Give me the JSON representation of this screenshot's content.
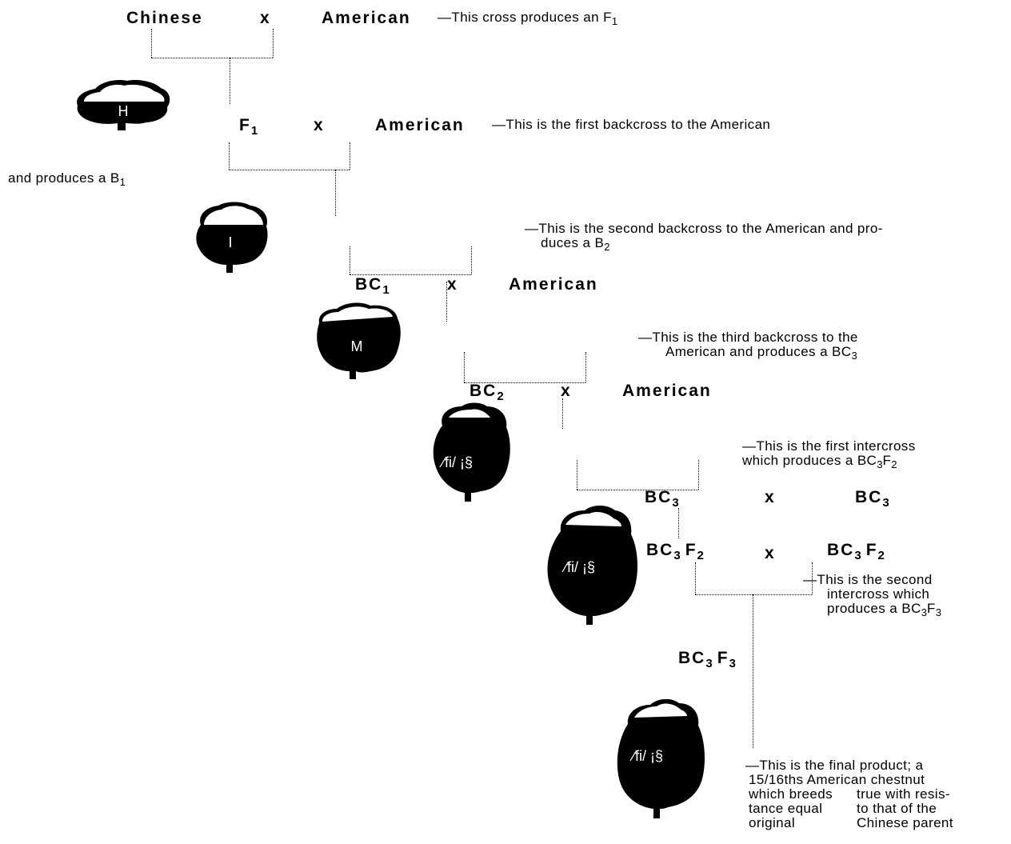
{
  "row1": {
    "chinese": "Chinese",
    "x": "x",
    "american": "American",
    "dash": "—",
    "note": "This cross produces an F",
    "note_sub": "1"
  },
  "row2": {
    "f": "F",
    "f_sub": "1",
    "x": "x",
    "american": "American",
    "dash": "—",
    "note": "This is the first backcross to the American"
  },
  "continuation": {
    "text": "and produces a B",
    "sub": "1"
  },
  "row3": {
    "dash": "—",
    "note_line1": "This is the second backcross to the American and pro-",
    "note_line2": "duces a B",
    "note_sub": "2",
    "bc": "BC",
    "bc_sub": "1",
    "x": "x",
    "american": "American"
  },
  "row4": {
    "dash": "—",
    "note_line1": "This is the third backcross to the",
    "note_line2": "American and produces a BC",
    "note_sub": "3",
    "bc": "BC",
    "bc_sub": "2",
    "x": "x",
    "american": "American"
  },
  "row5": {
    "dash": "—",
    "note_line1": "This is the first intercross",
    "note_line2": "which produces a BC",
    "note_sub_a": "3",
    "note_f": "F",
    "note_sub_b": "2",
    "left_bc": "BC",
    "left_sub": "3",
    "x": "x",
    "right_bc": "BC",
    "right_sub": "3"
  },
  "row6": {
    "left_bc": "BC",
    "left_sub": "3",
    "left_f": "F",
    "left_fsub": "2",
    "x": "x",
    "right_bc": "BC",
    "right_sub": "3",
    "right_f": "F",
    "right_fsub": "2",
    "dash": "—",
    "note_line1": "This is the second",
    "note_line2": "intercross which",
    "note_line3": "produces a BC",
    "note_sub_a": "3",
    "note_f": "F",
    "note_sub_b": "3"
  },
  "row7": {
    "bc": "BC",
    "bc_sub": "3",
    "f": "F",
    "f_sub": "3"
  },
  "final": {
    "dash": "—",
    "line1": "This is the final product; a",
    "line2": "15/16ths American chestnut",
    "col1": [
      "which breeds",
      "tance equal",
      "original"
    ],
    "col2": [
      "true with resis-",
      "to that of the",
      "Chinese parent"
    ]
  },
  "trees": [
    {
      "label": "H",
      "fill_fraction": 0.5
    },
    {
      "label": "I",
      "fill_fraction": 0.7
    },
    {
      "label": "M",
      "fill_fraction": 0.8
    },
    {
      "label": "⁄fi/ ¡§",
      "fill_fraction": 0.9
    },
    {
      "label": "⁄fi/ ¡§",
      "fill_fraction": 0.9
    },
    {
      "label": "⁄fi/ ¡§",
      "fill_fraction": 0.9
    }
  ],
  "colors": {
    "ink": "#000000",
    "paper": "#ffffff"
  }
}
